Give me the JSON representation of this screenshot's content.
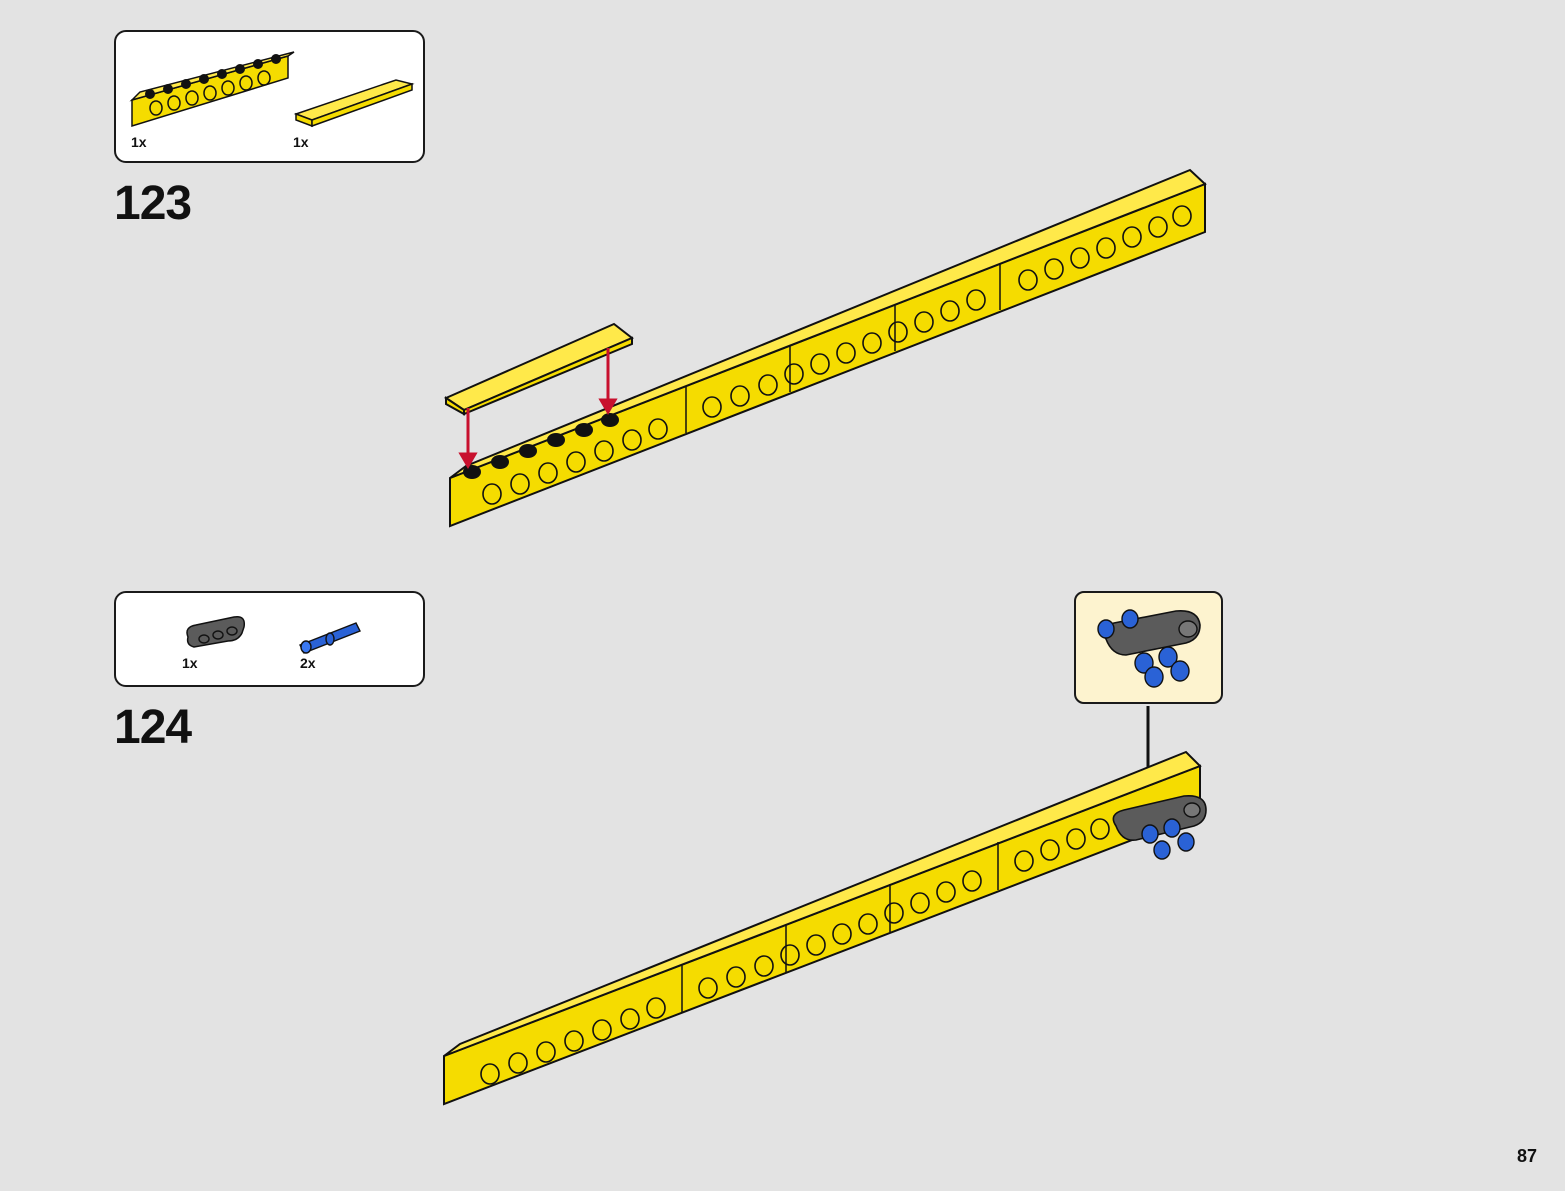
{
  "steps": [
    {
      "number": "123",
      "parts": [
        {
          "name": "yellow-technic-brick-1x8",
          "qty": "1x",
          "color": "#f5dc00"
        },
        {
          "name": "yellow-tile-1x6",
          "qty": "1x",
          "color": "#f5dc00"
        }
      ]
    },
    {
      "number": "124",
      "parts": [
        {
          "name": "dark-gray-beam-3",
          "qty": "1x",
          "color": "#5b5b5b"
        },
        {
          "name": "blue-axle-pin",
          "qty": "2x",
          "color": "#2a62d6"
        }
      ]
    }
  ],
  "colors": {
    "brick_yellow": "#f5dc00",
    "arrow_red": "#c8102e",
    "callout_bg": "#fdf3cf",
    "page_bg": "#e3e3e3"
  },
  "page_number": "87"
}
